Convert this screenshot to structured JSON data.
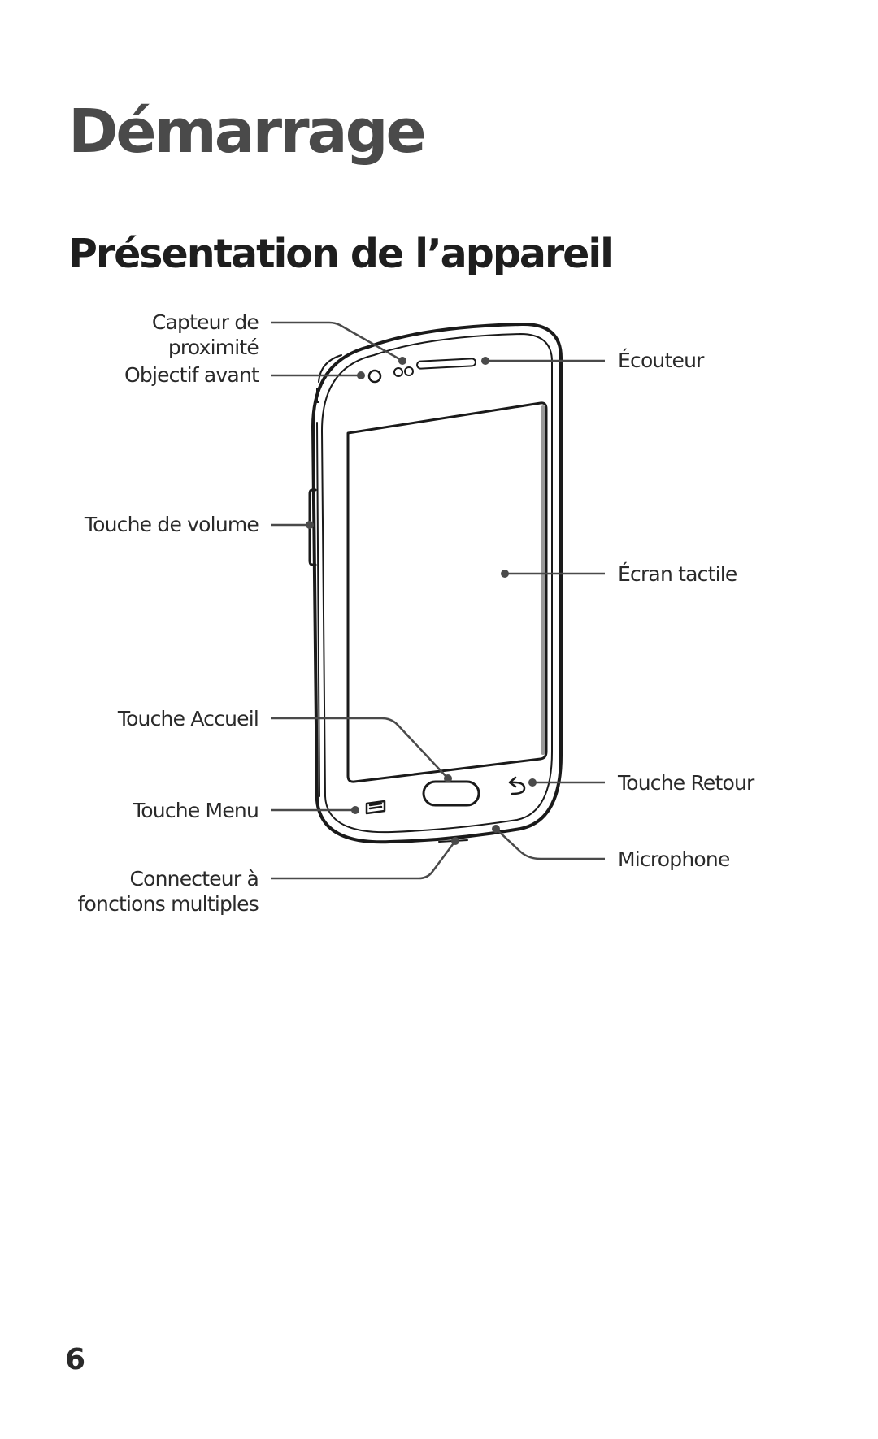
{
  "chapter": {
    "title": "Démarrage"
  },
  "section": {
    "title": "Présentation de l’appareil"
  },
  "diagram": {
    "labels": {
      "proximity_line1": "Capteur de",
      "proximity_line2": "proximité",
      "front_camera": "Objectif avant",
      "volume_key": "Touche de volume",
      "home_key": "Touche Accueil",
      "menu_key": "Touche Menu",
      "connector_line1": "Connecteur à",
      "connector_line2": "fonctions multiples",
      "earpiece": "Écouteur",
      "touchscreen": "Écran tactile",
      "back_key": "Touche Retour",
      "microphone": "Microphone"
    }
  },
  "footer": {
    "page_number": "6"
  }
}
